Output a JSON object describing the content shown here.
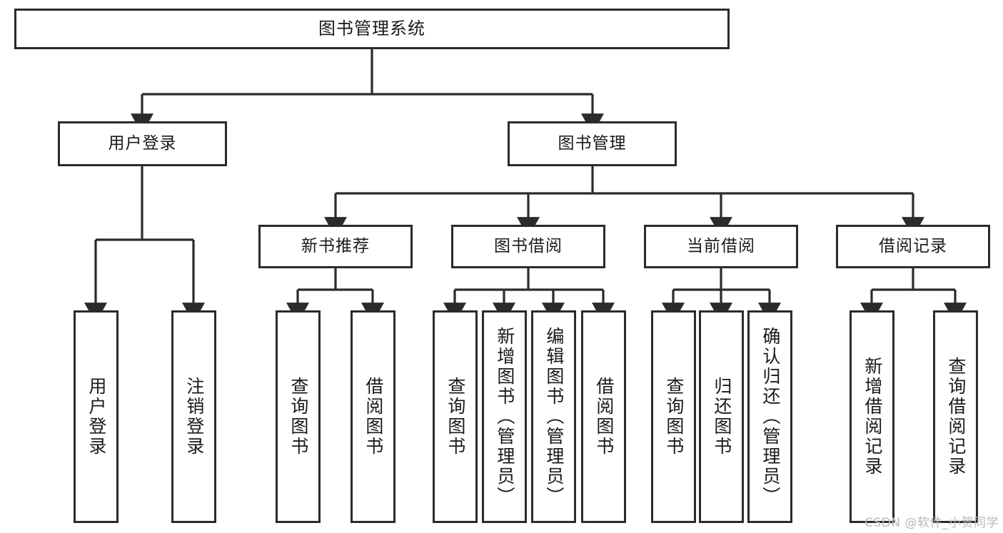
{
  "diagram": {
    "title": "图书管理系统",
    "type": "hierarchy-tree",
    "orientation": "top-down",
    "levels": 4,
    "colors": {
      "box_border": "#2b2b2b",
      "box_fill": "#ffffff",
      "connector": "#2b2b2b",
      "background": "#ffffff",
      "watermark": "#b9b9b9"
    }
  },
  "root": {
    "label": "图书管理系统"
  },
  "level2": [
    {
      "label": "用户登录"
    },
    {
      "label": "图书管理"
    }
  ],
  "level3": [
    {
      "label": "新书推荐"
    },
    {
      "label": "图书借阅"
    },
    {
      "label": "当前借阅"
    },
    {
      "label": "借阅记录"
    }
  ],
  "leaves": {
    "user_login": [
      {
        "label": "用户登录"
      },
      {
        "label": "注销登录"
      }
    ],
    "new_book_recommend": [
      {
        "label": "查询图书"
      },
      {
        "label": "借阅图书"
      }
    ],
    "book_borrow": [
      {
        "label": "查询图书"
      },
      {
        "label": "新增图书（管理员）"
      },
      {
        "label": "编辑图书（管理员）"
      },
      {
        "label": "借阅图书"
      }
    ],
    "current_borrow": [
      {
        "label": "查询图书"
      },
      {
        "label": "归还图书"
      },
      {
        "label": "确认归还（管理员）"
      }
    ],
    "borrow_record": [
      {
        "label": "新增借阅记录"
      },
      {
        "label": "查询借阅记录"
      }
    ]
  },
  "watermark": {
    "text": "CSDN @软件_小贺同学"
  }
}
